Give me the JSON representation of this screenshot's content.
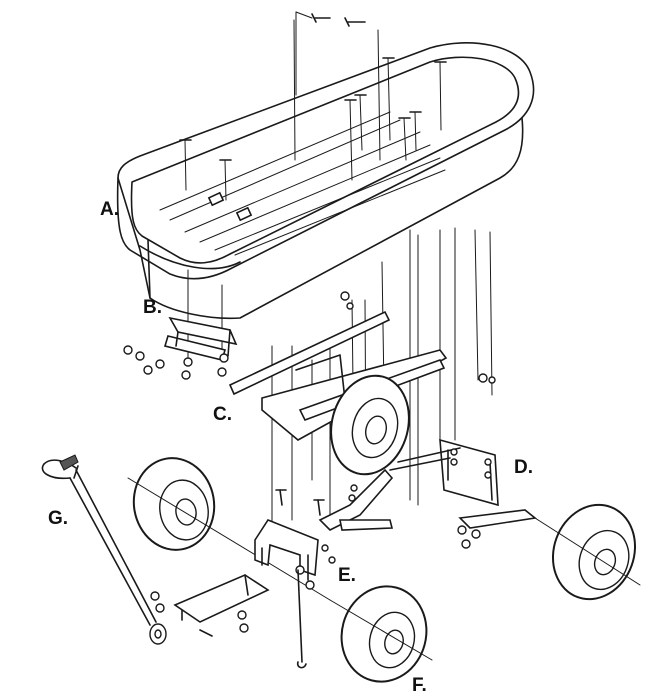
{
  "labels": {
    "a": "A.",
    "b": "B.",
    "c": "C.",
    "d": "D.",
    "e": "E.",
    "f": "F.",
    "g": "G."
  },
  "colors": {
    "line": "#1a1a1a",
    "background": "#ffffff"
  }
}
